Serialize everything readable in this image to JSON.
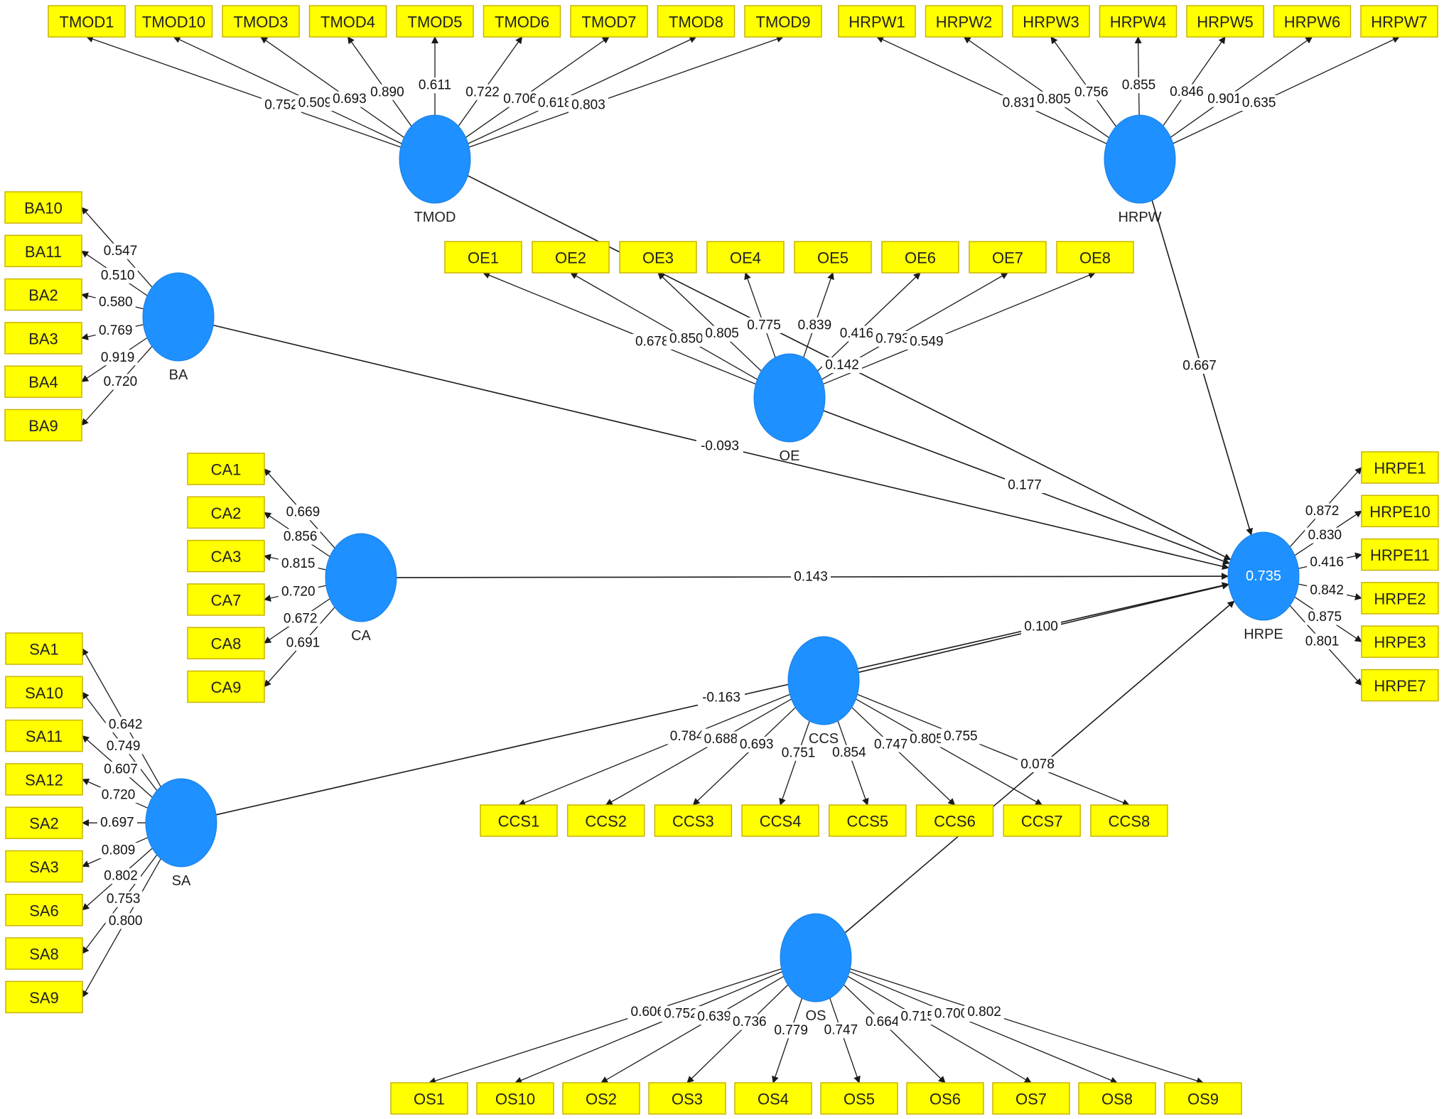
{
  "colors": {
    "indicator_fill": "#ffff00",
    "latent_fill": "#1e90ff",
    "line": "#1a1a1a"
  },
  "latent": {
    "TMOD": {
      "label": "TMOD",
      "r2": ""
    },
    "HRPW": {
      "label": "HRPW",
      "r2": ""
    },
    "BA": {
      "label": "BA",
      "r2": ""
    },
    "OE": {
      "label": "OE",
      "r2": ""
    },
    "CA": {
      "label": "CA",
      "r2": ""
    },
    "SA": {
      "label": "SA",
      "r2": ""
    },
    "CCS": {
      "label": "CCS",
      "r2": ""
    },
    "HRPE": {
      "label": "HRPE",
      "r2": "0.735"
    },
    "OS": {
      "label": "OS",
      "r2": ""
    }
  },
  "measurement": {
    "TMOD": {
      "indicators": [
        "TMOD1",
        "TMOD10",
        "TMOD3",
        "TMOD4",
        "TMOD5",
        "TMOD6",
        "TMOD7",
        "TMOD8",
        "TMOD9"
      ],
      "loadings": [
        "0.752",
        "0.509",
        "0.693",
        "0.890",
        "0.611",
        "0.722",
        "0.706",
        "0.618",
        "0.803"
      ]
    },
    "HRPW": {
      "indicators": [
        "HRPW1",
        "HRPW2",
        "HRPW3",
        "HRPW4",
        "HRPW5",
        "HRPW6",
        "HRPW7"
      ],
      "loadings": [
        "0.831",
        "0.805",
        "0.756",
        "0.855",
        "0.846",
        "0.901",
        "0.635"
      ]
    },
    "BA": {
      "indicators": [
        "BA10",
        "BA11",
        "BA2",
        "BA3",
        "BA4",
        "BA9"
      ],
      "loadings": [
        "0.547",
        "0.510",
        "0.580",
        "0.769",
        "0.919",
        "0.720"
      ]
    },
    "OE": {
      "indicators": [
        "OE1",
        "OE2",
        "OE3",
        "OE4",
        "OE5",
        "OE6",
        "OE7",
        "OE8"
      ],
      "loadings": [
        "0.678",
        "0.850",
        "0.805",
        "0.775",
        "0.839",
        "0.416",
        "0.793",
        "0.549"
      ]
    },
    "CA": {
      "indicators": [
        "CA1",
        "CA2",
        "CA3",
        "CA7",
        "CA8",
        "CA9"
      ],
      "loadings": [
        "0.669",
        "0.856",
        "0.815",
        "0.720",
        "0.672",
        "0.691"
      ]
    },
    "SA": {
      "indicators": [
        "SA1",
        "SA10",
        "SA11",
        "SA12",
        "SA2",
        "SA3",
        "SA6",
        "SA8",
        "SA9"
      ],
      "loadings": [
        "0.642",
        "0.749",
        "0.607",
        "0.720",
        "0.697",
        "0.809",
        "0.802",
        "0.753",
        "0.800"
      ]
    },
    "HRPE": {
      "indicators": [
        "HRPE1",
        "HRPE10",
        "HRPE11",
        "HRPE2",
        "HRPE3",
        "HRPE7"
      ],
      "loadings": [
        "0.872",
        "0.830",
        "0.416",
        "0.842",
        "0.875",
        "0.801"
      ]
    },
    "CCS": {
      "indicators": [
        "CCS1",
        "CCS2",
        "CCS3",
        "CCS4",
        "CCS5",
        "CCS6",
        "CCS7",
        "CCS8"
      ],
      "loadings": [
        "0.784",
        "0.688",
        "0.693",
        "0.751",
        "0.854",
        "0.747",
        "0.805",
        "0.755"
      ]
    },
    "OS": {
      "indicators": [
        "OS1",
        "OS10",
        "OS2",
        "OS3",
        "OS4",
        "OS5",
        "OS6",
        "OS7",
        "OS8",
        "OS9"
      ],
      "loadings": [
        "0.606",
        "0.752",
        "0.639",
        "0.736",
        "0.779",
        "0.747",
        "0.664",
        "0.715",
        "0.700",
        "0.802"
      ]
    }
  },
  "structural": [
    {
      "from": "TMOD",
      "to": "HRPE",
      "coef": "0.142"
    },
    {
      "from": "HRPW",
      "to": "HRPE",
      "coef": "0.667"
    },
    {
      "from": "BA",
      "to": "HRPE",
      "coef": "-0.093"
    },
    {
      "from": "OE",
      "to": "HRPE",
      "coef": "0.177"
    },
    {
      "from": "CA",
      "to": "HRPE",
      "coef": "0.143"
    },
    {
      "from": "SA",
      "to": "HRPE",
      "coef": "-0.163"
    },
    {
      "from": "CCS",
      "to": "HRPE",
      "coef": "0.100"
    },
    {
      "from": "OS",
      "to": "HRPE",
      "coef": "0.078"
    }
  ]
}
